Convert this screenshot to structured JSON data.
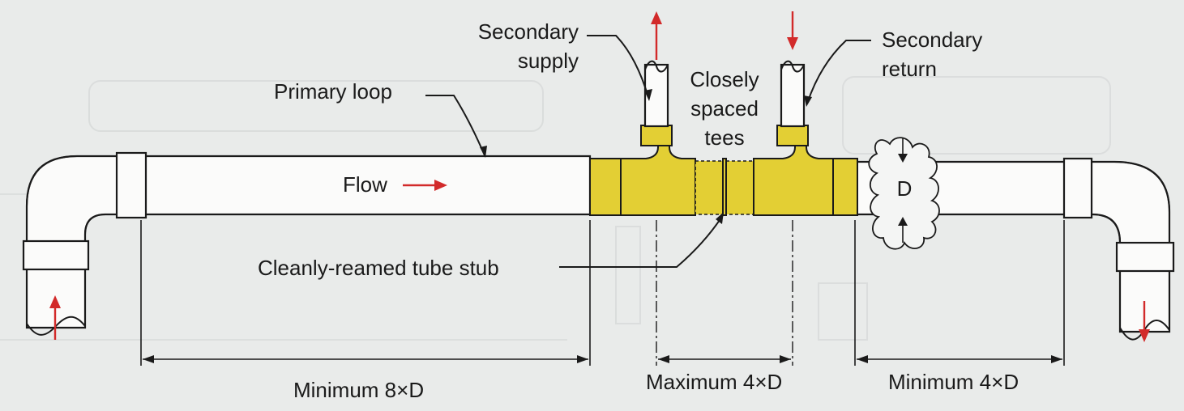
{
  "labels": {
    "secondary_supply": [
      "Secondary",
      "supply"
    ],
    "secondary_return": [
      "Secondary",
      "return"
    ],
    "primary_loop": "Primary loop",
    "closely_spaced_tees": [
      "Closely",
      "spaced",
      "tees"
    ],
    "flow": "Flow",
    "dimension_symbol": "D",
    "cleanly_reamed_tube_stub": "Cleanly-reamed tube stub"
  },
  "dimensions": {
    "min_upstream": "Minimum 8×D",
    "max_between_tees": "Maximum 4×D",
    "min_downstream": "Minimum 4×D"
  },
  "colors": {
    "fitting": "#e3cf34",
    "flow_arrow": "#d22a2a",
    "line": "#1a1a1a",
    "background": "#e9ebea"
  }
}
